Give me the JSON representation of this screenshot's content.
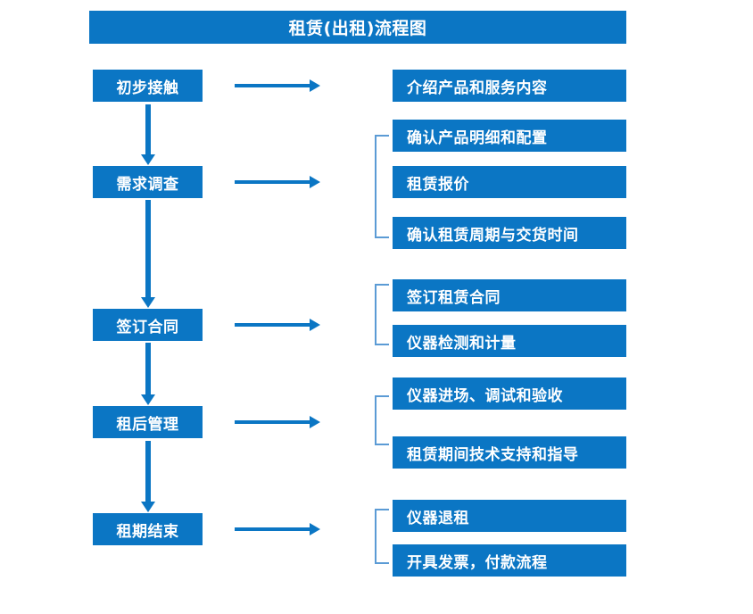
{
  "title": "租赁(出租)流程图",
  "colors": {
    "box_fill": "#0b76c4",
    "box_text": "#ffffff",
    "arrow": "#0b76c4",
    "bracket": "#5b9bd5",
    "background": "#ffffff"
  },
  "stages": [
    {
      "label": "初步接触"
    },
    {
      "label": "需求调查"
    },
    {
      "label": "签订合同"
    },
    {
      "label": "租后管理"
    },
    {
      "label": "租期结束"
    }
  ],
  "details": [
    {
      "label": "介绍产品和服务内容"
    },
    {
      "label": "确认产品明细和配置"
    },
    {
      "label": "租赁报价"
    },
    {
      "label": "确认租赁周期与交货时间"
    },
    {
      "label": "签订租赁合同"
    },
    {
      "label": "仪器检测和计量"
    },
    {
      "label": "仪器进场、调试和验收"
    },
    {
      "label": "租赁期间技术支持和指导"
    },
    {
      "label": "仪器退租"
    },
    {
      "label": "开具发票，付款流程"
    }
  ],
  "connectors": {
    "horizontal_arrows": 5,
    "vertical_arrows": 4,
    "brackets": 4
  }
}
